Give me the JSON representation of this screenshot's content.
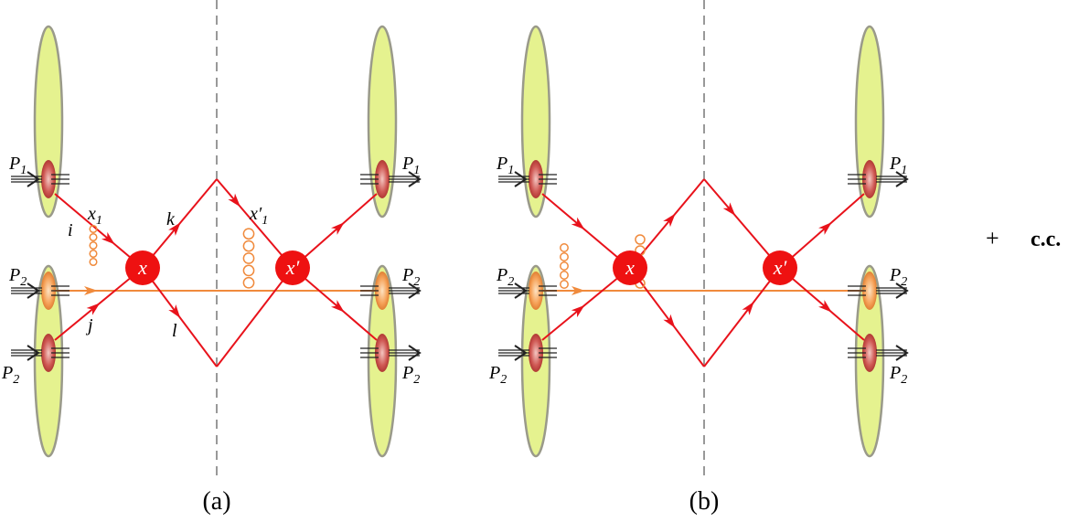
{
  "colors": {
    "quark": "#e8121b",
    "gluon": "#f08a3c",
    "blob_fill": "#e5f28f",
    "blob_stroke": "#9a9a8a",
    "vertex": "#ee1111",
    "cut": "#999999"
  },
  "panel_a": {
    "caption": "(a)",
    "momenta": {
      "p1": "P",
      "p1_sub": "1",
      "p2": "P",
      "p2_sub": "2"
    },
    "line_labels": {
      "i": "i",
      "j": "j",
      "k": "k",
      "l": "l",
      "x1": "x",
      "x1_sub": "1",
      "x1p": "x′",
      "x1p_sub": "1"
    },
    "vertex_left": "x",
    "vertex_right": "x′"
  },
  "panel_b": {
    "caption": "(b)",
    "momenta": {
      "p1": "P",
      "p1_sub": "1",
      "p2": "P",
      "p2_sub": "2"
    },
    "vertex_left": "x",
    "vertex_right": "x′"
  },
  "plus": "+",
  "cc": "c.c."
}
